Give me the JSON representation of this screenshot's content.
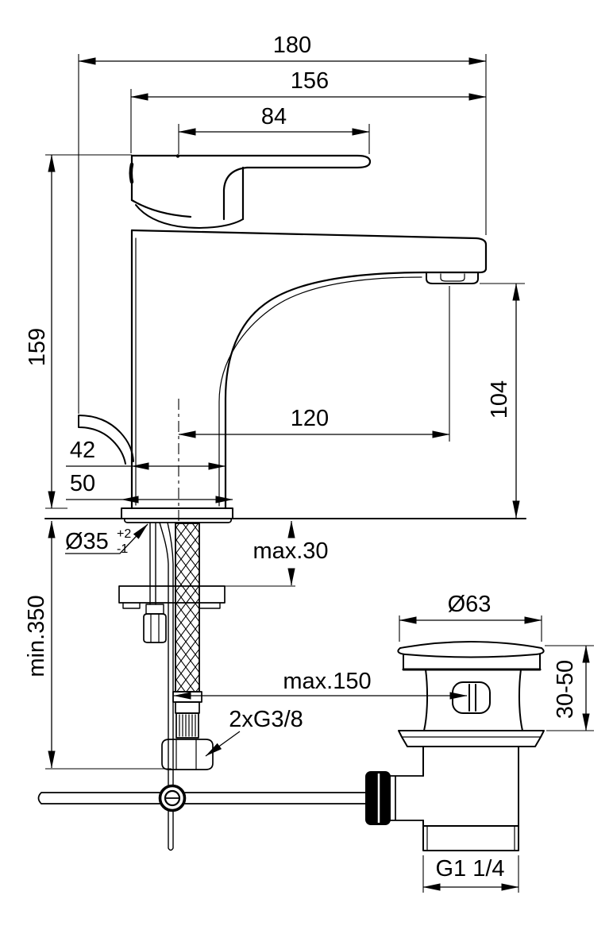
{
  "drawing": {
    "type": "technical-dimension-drawing",
    "subject": "single-lever basin mixer tap with pop-up waste",
    "colors": {
      "background": "#ffffff",
      "line": "#000000"
    }
  },
  "labels": {
    "overall_length": "180",
    "spout_body_length": "156",
    "handle_length": "84",
    "total_height": "159",
    "outlet_height": "104",
    "spout_reach": "120",
    "body_depth": "42",
    "base_depth": "50",
    "mounting_hole_dia": "Ø35",
    "mounting_hole_tol_plus": "+2",
    "mounting_hole_tol_minus": "-1",
    "max_deck_thickness": "max.30",
    "min_clearance_below": "min.350",
    "max_rod_offset": "max.150",
    "supply_connections": "2xG3/8",
    "waste_cap_dia": "Ø63",
    "waste_adjust_range": "30-50",
    "waste_outlet_thread": "G1 1/4"
  }
}
